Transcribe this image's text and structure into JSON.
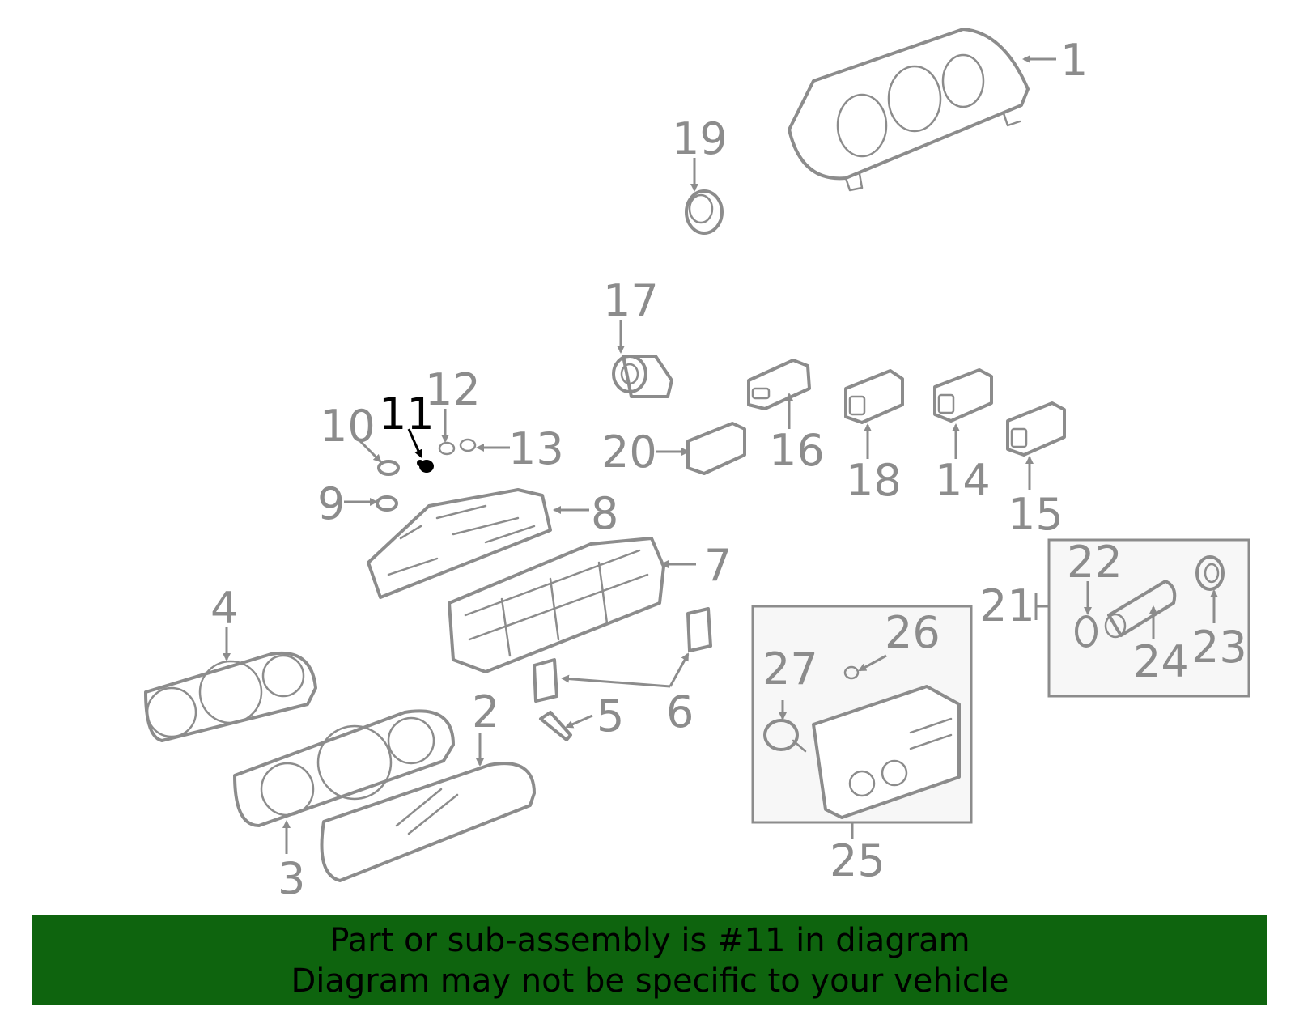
{
  "diagram": {
    "highlight": "11",
    "colors": {
      "parts": "#8c8c8c",
      "highlight": "#000000",
      "banner": "#0e640e"
    },
    "callouts": [
      "1",
      "2",
      "3",
      "4",
      "5",
      "6",
      "7",
      "8",
      "9",
      "10",
      "11",
      "12",
      "13",
      "14",
      "15",
      "16",
      "17",
      "18",
      "19",
      "20",
      "21",
      "22",
      "23",
      "24",
      "25",
      "26",
      "27"
    ]
  },
  "footer": {
    "line1": "Part or sub-assembly is #11 in diagram",
    "line2": "Diagram may not be specific to your vehicle"
  }
}
